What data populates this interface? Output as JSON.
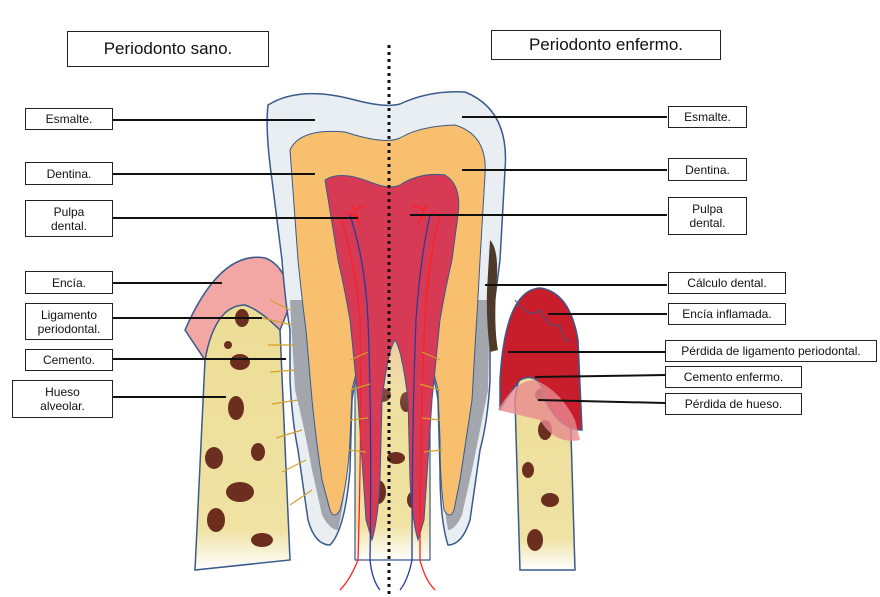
{
  "titles": {
    "left": "Periodonto sano.",
    "right": "Periodonto enfermo."
  },
  "labels_left": {
    "esmalte": "Esmalte.",
    "dentina": "Dentina.",
    "pulpa": "Pulpa\ndental.",
    "encia": "Encía.",
    "ligamento": "Ligamento\nperiodontal.",
    "cemento": "Cemento.",
    "hueso": "Hueso\nalveolar."
  },
  "labels_right": {
    "esmalte": "Esmalte.",
    "dentina": "Dentina.",
    "pulpa": "Pulpa\ndental.",
    "calculo": "Cálculo dental.",
    "encia_inflamada": "Encía inflamada.",
    "perdida_ligamento": "Pérdida de ligamento periodontal.",
    "cemento_enfermo": "Cemento enfermo.",
    "perdida_hueso": "Pérdida de hueso."
  },
  "colors": {
    "enamel": "#e9eef2",
    "dentin": "#f7bf6e",
    "pulp": "#d63a55",
    "gum_healthy": "#f2a7a4",
    "gum_inflamed": "#c81d2a",
    "bone": "#ecdd96",
    "bone_spots": "#6b2e1f",
    "cementum": "#a3a7ad",
    "calculus": "#4d3a2a"
  }
}
